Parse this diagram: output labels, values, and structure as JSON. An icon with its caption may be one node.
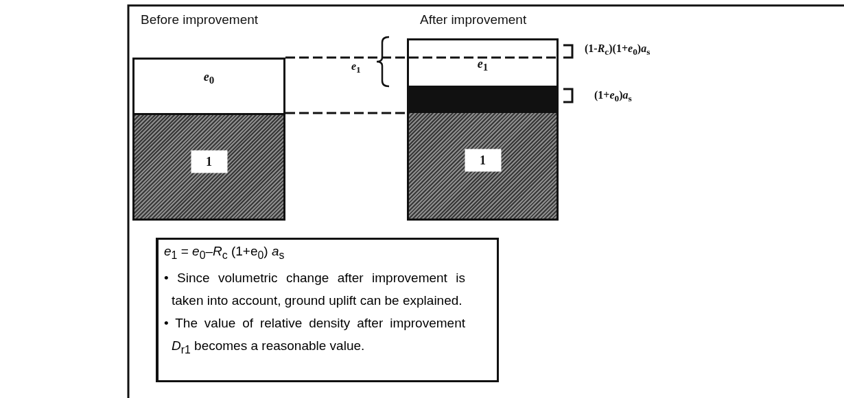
{
  "diagram": {
    "nodes": [
      {
        "text": [
          "*e*$_{0}$"
        ]
      },
      {
        "text": [
          "1"
        ]
      },
      {
        "text": [
          "*e*$_{1}$"
        ]
      },
      {
        "text": [],
        "shape": "box"
      },
      {
        "text": [
          "1"
        ]
      },
      {
        "text": [
          "*e*$_{1}$ = *e*$_{0}$–*R*$_{c}$ (1+e$_{0}$) *a*$_{s}$",
          "• Since volumetric change after improvement is taken into account, ground uplift can be explained.",
          "• The value of relative density after improvement *D*$_{r1}$ becomes a reasonable value."
        ]
      }
    ],
    "edges": [
      {
        "from": 0,
        "to": 2,
        "arrow": "none",
        "style": "dashed"
      },
      {
        "from": 0,
        "to": 3,
        "arrow": "none",
        "style": "dashed"
      }
    ],
    "labels": [
      "Before improvement",
      "After improvement",
      "*e*$_{1}$",
      "(1-*R*$_{c}$)(1+*e*$_{0}$)*a*$_{s}$",
      "(1+*e*$_{0}$)*a*$_{s}$"
    ]
  }
}
